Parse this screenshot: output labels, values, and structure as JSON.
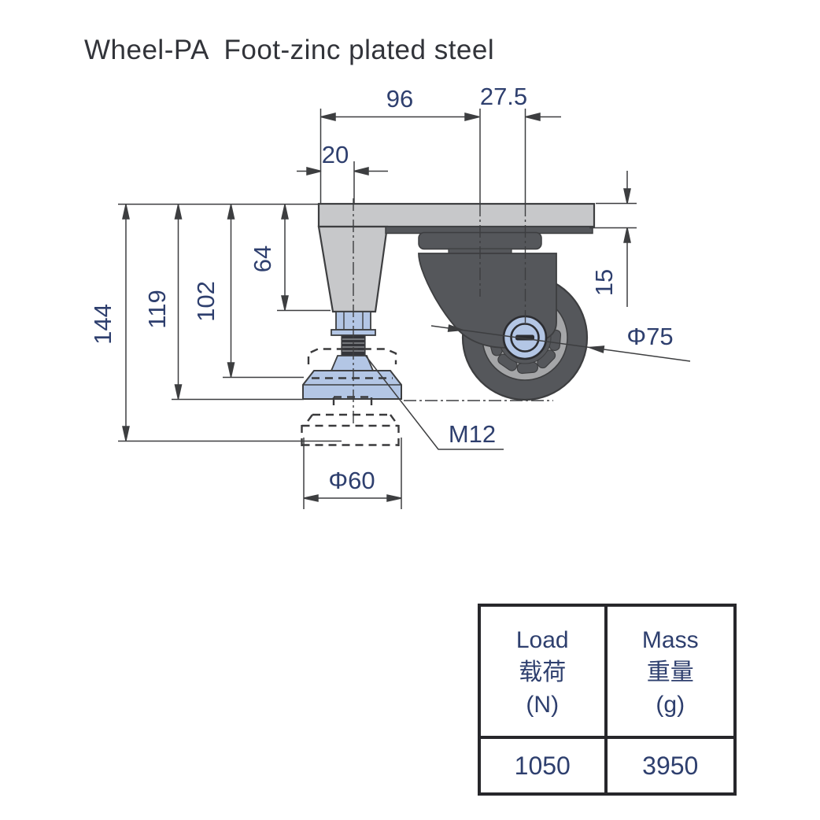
{
  "title": "Wheel-PA  Foot-zinc plated steel",
  "colors": {
    "dimension_text": "#2e3f6e",
    "line": "#3d3e40",
    "steel_plate": "#c7c8ca",
    "caster_body": "#55575b",
    "wheel_rim": "#a5a6a8",
    "zinc_blue": "#b3c6e5",
    "thread_dark": "#34353a"
  },
  "dimensions": {
    "plate_length": "96",
    "wheel_offset": "27.5",
    "leg_center_offset": "20",
    "leg_height": "64",
    "foot_min_height": "102",
    "overall_height": "119",
    "max_extended_height": "144",
    "plate_thickness": "15",
    "wheel_diameter": "Φ75",
    "thread_size": "M12",
    "foot_diameter": "Φ60"
  },
  "spec_table": {
    "columns": [
      {
        "header_en": "Load",
        "header_zh": "载荷",
        "unit": "(N)",
        "value": "1050"
      },
      {
        "header_en": "Mass",
        "header_zh": "重量",
        "unit": "(g)",
        "value": "3950"
      }
    ]
  }
}
